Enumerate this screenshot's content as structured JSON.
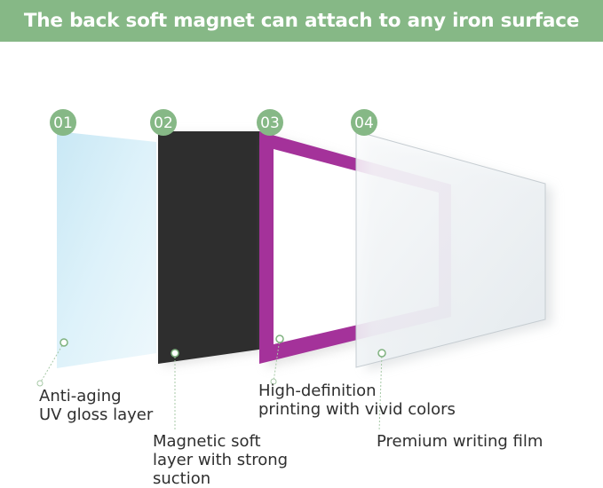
{
  "banner": {
    "title": "The back soft magnet can attach to any iron surface",
    "background": "#86b886"
  },
  "layers": [
    {
      "number": "01",
      "label_lines": [
        "Anti-aging",
        "UV gloss layer"
      ],
      "color": "#d4ecf6"
    },
    {
      "number": "02",
      "label_lines": [
        "Magnetic soft",
        "layer with strong",
        "suction"
      ],
      "color": "#2e2e2e"
    },
    {
      "number": "03",
      "label_lines": [
        "High-definition",
        "printing with vivid colors"
      ],
      "color": "#a4329a"
    },
    {
      "number": "04",
      "label_lines": [
        "Premium writing film"
      ],
      "color": "#f2f5f7"
    }
  ],
  "badge_color": "#86b886",
  "icons": {
    "badge": "number-circle-icon",
    "connector": "leader-dot-icon"
  }
}
